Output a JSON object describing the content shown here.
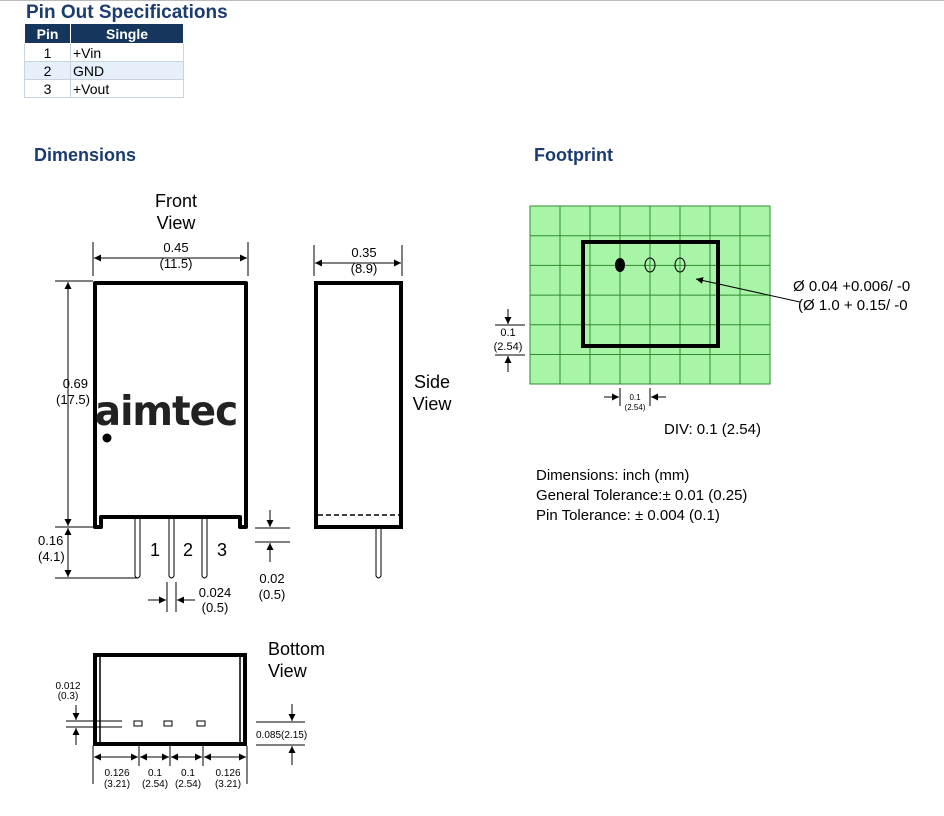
{
  "pinout": {
    "title": "Pin Out Specifications",
    "headers": [
      "Pin",
      "Single"
    ],
    "rows": [
      [
        "1",
        "+Vin"
      ],
      [
        "2",
        "GND"
      ],
      [
        "3",
        "+Vout"
      ]
    ]
  },
  "dimensions": {
    "title": "Dimensions",
    "front_view": [
      "Front",
      "View"
    ],
    "side_view": [
      "Side",
      "View"
    ],
    "bottom_view": [
      "Bottom",
      "View"
    ],
    "logo": "aimtec",
    "pin_numbers": [
      "1",
      "2",
      "3"
    ],
    "width": [
      "0.45",
      "(11.5)"
    ],
    "height": [
      "0.69",
      "(17.5)"
    ],
    "pin_length": [
      "0.16",
      "(4.1)"
    ],
    "standoff": [
      "0.02",
      "(0.5)"
    ],
    "pin_width": [
      "0.024",
      "(0.5)"
    ],
    "depth": [
      "0.35",
      "(8.9)"
    ],
    "pad_thickness": [
      "0.012",
      "(0.3)"
    ],
    "pin_row_offset": "0.085(2.15)",
    "bottom_spacing": [
      [
        "0.126",
        "(3.21)"
      ],
      [
        "0.1",
        "(2.54)"
      ],
      [
        "0.1",
        "(2.54)"
      ],
      [
        "0.126",
        "(3.21)"
      ]
    ]
  },
  "footprint": {
    "title": "Footprint",
    "hole_spec": [
      "Ø 0.04 +0.006/ -0",
      "(Ø 1.0 + 0.15/ -0"
    ],
    "grid_pitch_v": [
      "0.1",
      "(2.54)"
    ],
    "grid_pitch_h": [
      "0.1",
      "(2.54)"
    ],
    "div": "DIV: 0.1 (2.54)",
    "notes": [
      "Dimensions: inch (mm)",
      "General Tolerance:± 0.01 (0.25)",
      "Pin Tolerance: ± 0.004 (0.1)"
    ],
    "grid_color": "#a8f5a8"
  }
}
